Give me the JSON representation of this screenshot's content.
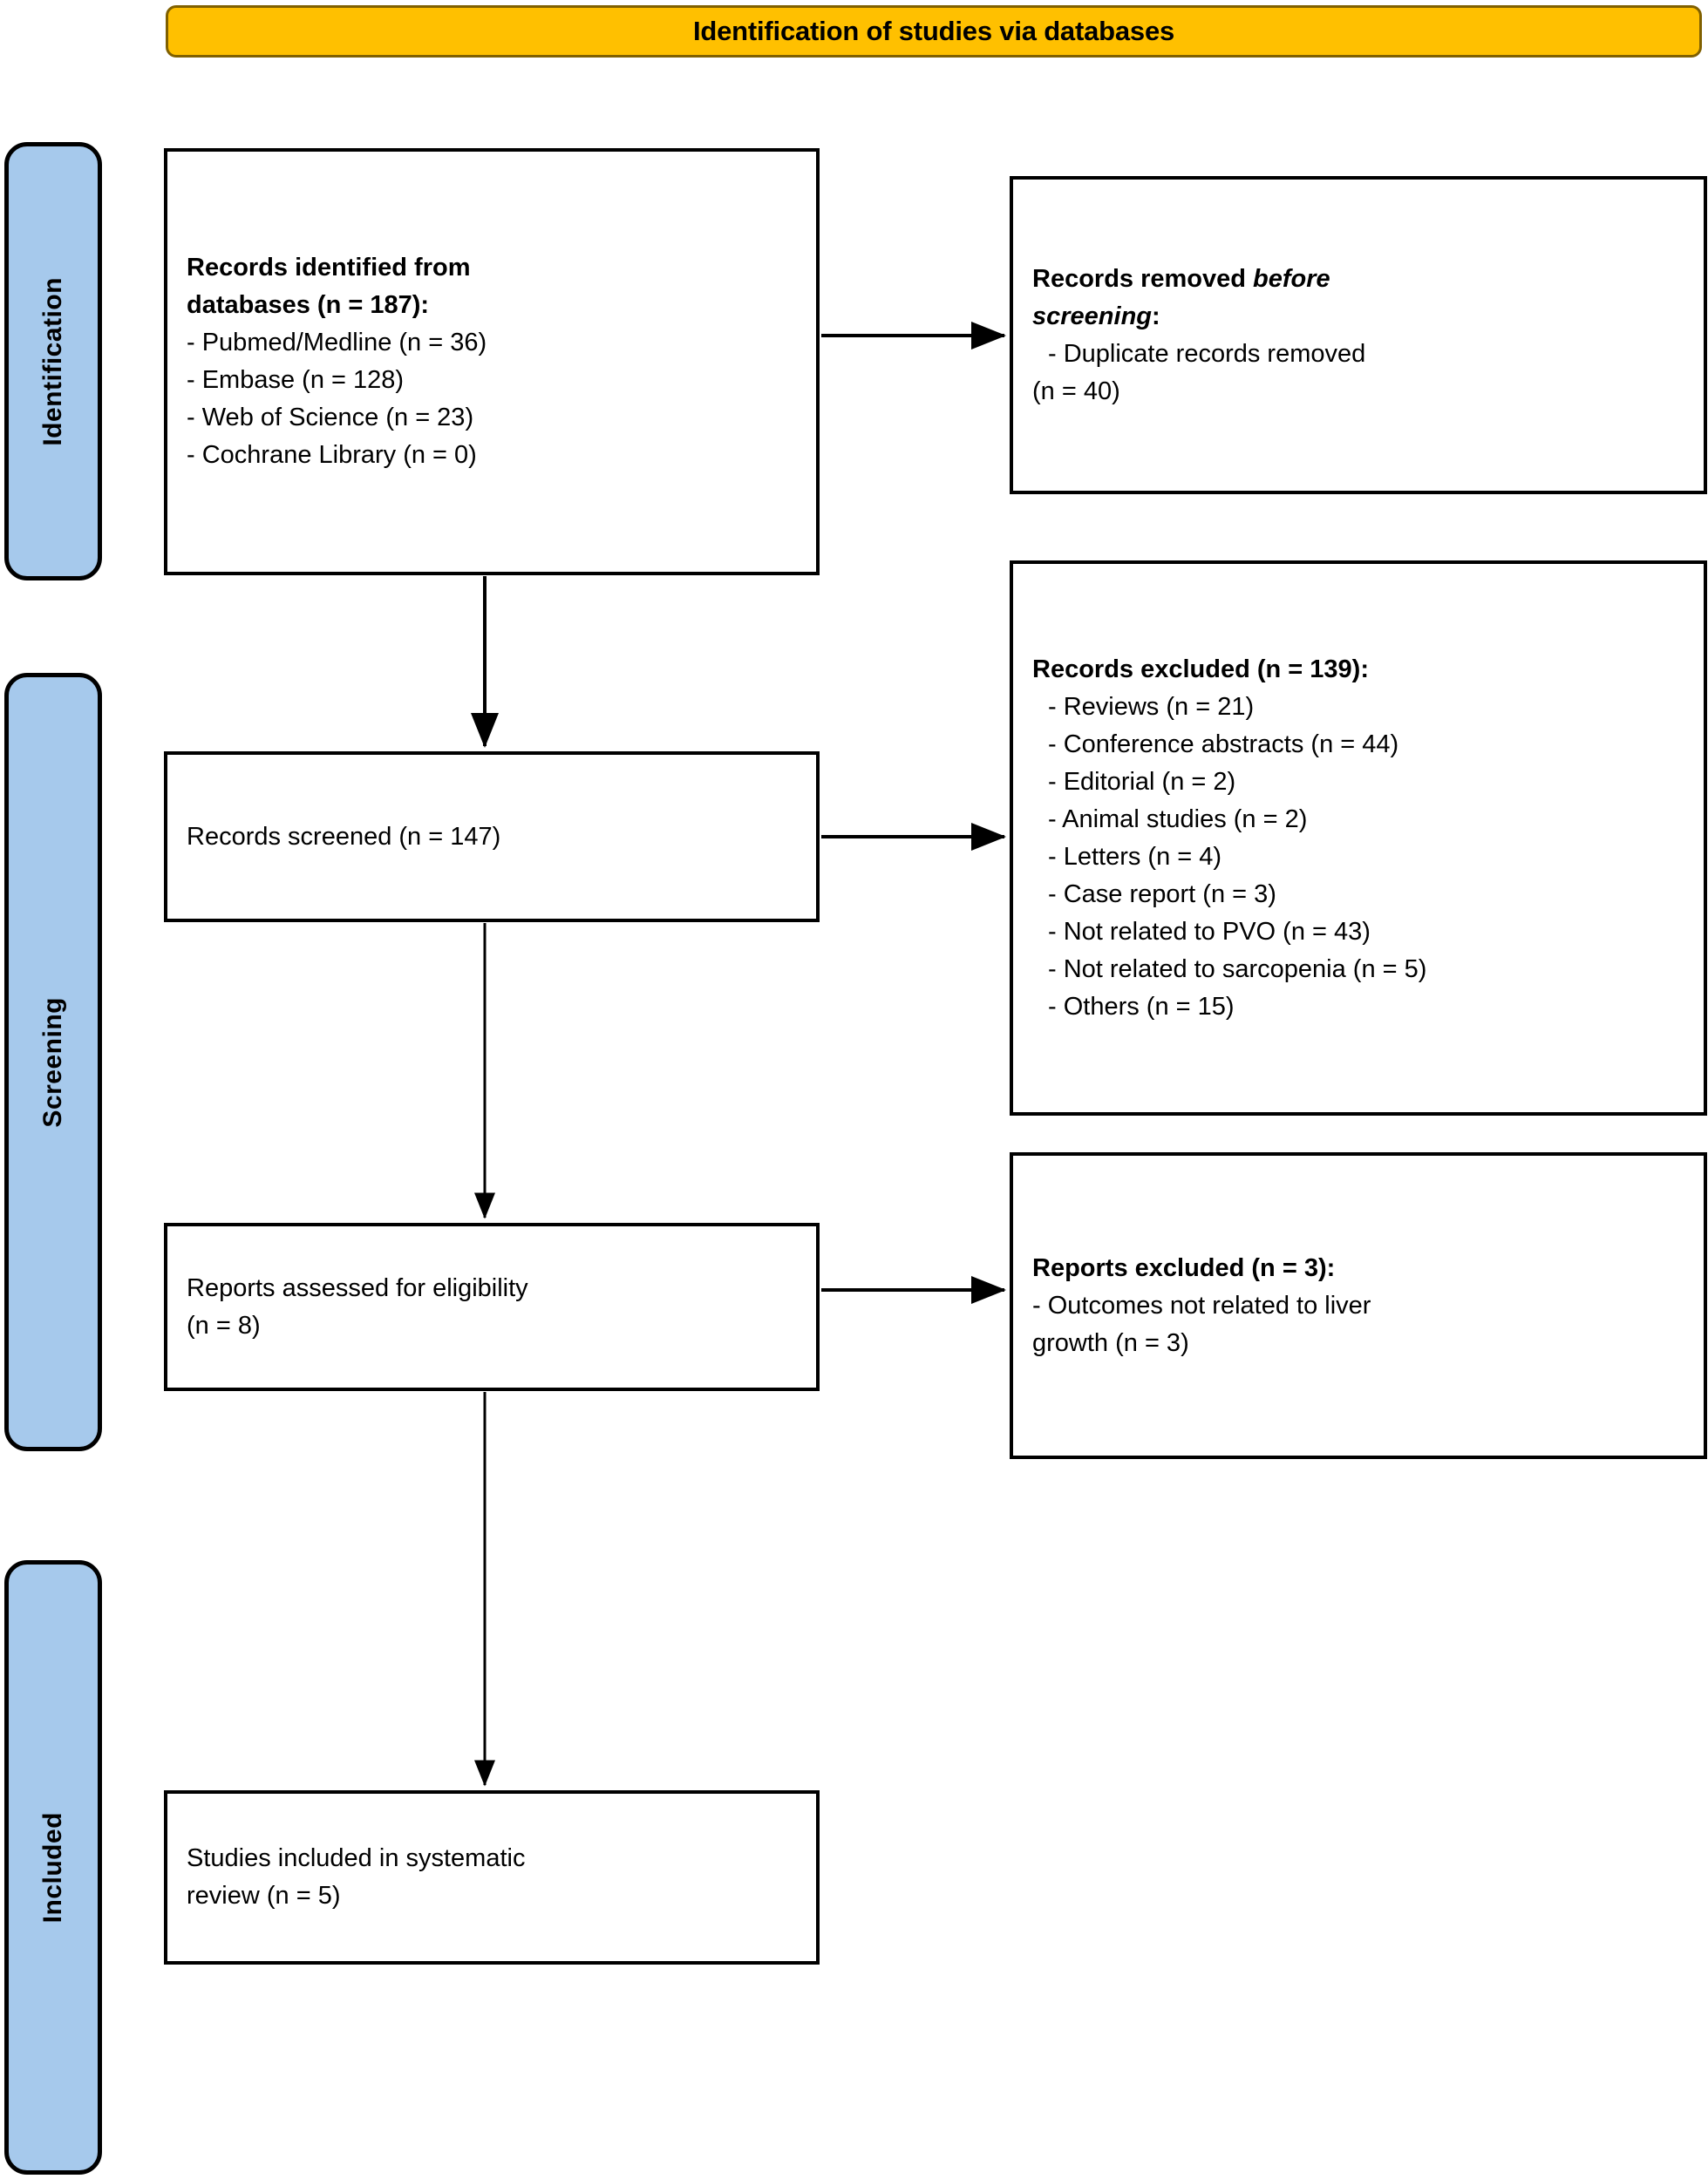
{
  "header": {
    "title": "Identification of studies via databases",
    "bg_color": "#FFC000",
    "border_color": "#806000"
  },
  "phase_bars": {
    "bg_color": "#A6C9EC",
    "items": [
      {
        "label": "Identification"
      },
      {
        "label": "Screening"
      },
      {
        "label": "Included"
      }
    ]
  },
  "boxes": {
    "identified": {
      "heading_line1": "Records identified from",
      "heading_line2": "databases (n = 187):",
      "items": [
        "- Pubmed/Medline (n = 36)",
        "- Embase (n = 128)",
        "- Web of Science (n = 23)",
        "- Cochrane Library (n = 0)"
      ]
    },
    "removed_before_screening": {
      "heading_prefix": "Records removed ",
      "heading_italic1": "before",
      "heading_italic2": "screening",
      "heading_suffix": ":",
      "items": [
        "- Duplicate records removed",
        "(n = 40)"
      ]
    },
    "records_screened": {
      "heading": "Records screened (n = 147)"
    },
    "records_excluded": {
      "heading": "Records excluded (n = 139):",
      "items": [
        "- Reviews (n = 21)",
        "- Conference abstracts (n = 44)",
        "- Editorial (n = 2)",
        "- Animal studies (n = 2)",
        "- Letters (n = 4)",
        "- Case report (n = 3)",
        "- Not related to PVO (n = 43)",
        "- Not related to sarcopenia (n = 5)",
        "- Others (n = 15)"
      ]
    },
    "reports_eligibility": {
      "line1": "Reports assessed for eligibility",
      "line2": "(n = 8)"
    },
    "reports_excluded": {
      "heading": "Reports excluded (n = 3):",
      "items": [
        "- Outcomes not related to liver",
        "growth (n = 3)"
      ]
    },
    "studies_included": {
      "line1": "Studies included in systematic",
      "line2": "review (n = 5)"
    }
  },
  "connectors": [
    {
      "name": "identified-to-removed",
      "type": "horizontal-arrow"
    },
    {
      "name": "identified-to-screened",
      "type": "vertical-arrow"
    },
    {
      "name": "screened-to-excluded",
      "type": "horizontal-arrow"
    },
    {
      "name": "screened-to-eligibility",
      "type": "vertical-arrow"
    },
    {
      "name": "eligibility-to-reports-excluded",
      "type": "horizontal-arrow"
    },
    {
      "name": "eligibility-to-included",
      "type": "vertical-arrow"
    }
  ]
}
